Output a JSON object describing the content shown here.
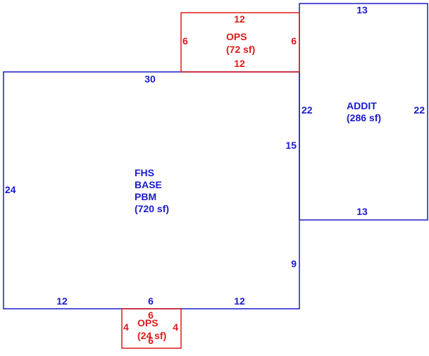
{
  "colors": {
    "main": "#1a1acc",
    "porch": "#dd1a1a",
    "background": "#ffffff"
  },
  "areas": {
    "main": {
      "label_lines": [
        "FHS",
        "BASE",
        "PBM",
        "(720 sf)"
      ],
      "dims": {
        "top": "30",
        "left": "24",
        "right_upper": "15",
        "right_lower": "9",
        "bottom_left": "12",
        "bottom_mid": "6",
        "bottom_right": "12"
      }
    },
    "addition": {
      "label_lines": [
        "ADDIT",
        "(286 sf)"
      ],
      "dims": {
        "top": "13",
        "bottom": "13",
        "left": "22",
        "right": "22"
      }
    },
    "top_porch": {
      "label_lines": [
        "OPS",
        "(72 sf)"
      ],
      "dims": {
        "top": "12",
        "bottom": "12",
        "left": "6",
        "right": "6"
      }
    },
    "bottom_porch": {
      "label_lines": [
        "OPS",
        "(24 sf)"
      ],
      "dims": {
        "top": "6",
        "bottom": "6",
        "left": "4",
        "right": "4"
      }
    }
  }
}
